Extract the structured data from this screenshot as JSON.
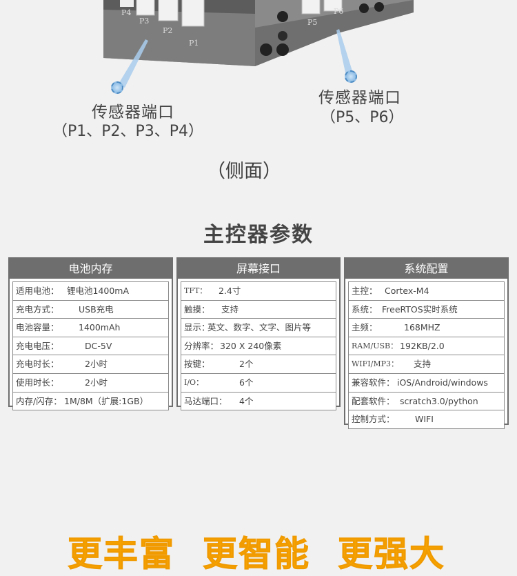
{
  "device": {
    "ports_left": [
      "P4",
      "P3",
      "P2",
      "P1"
    ],
    "ports_right": [
      "P5",
      "P6"
    ]
  },
  "callouts": {
    "left": {
      "title": "传感器端口",
      "sub": "（P1、P2、P3、P4）"
    },
    "right": {
      "title": "传感器端口",
      "sub": "（P5、P6）"
    }
  },
  "side_label": "（侧面）",
  "section_title": "主控器参数",
  "tables": [
    {
      "title": "电池内存",
      "rows": [
        {
          "key": "适用电池：",
          "value": "锂电池1400mA"
        },
        {
          "key": "充电方式：",
          "value": "USB充电"
        },
        {
          "key": "电池容量：",
          "value": "1400mAh"
        },
        {
          "key": "充电电压：",
          "value": "DC-5V"
        },
        {
          "key": "充电时长：",
          "value": "2小时"
        },
        {
          "key": "使用时长：",
          "value": "2小时"
        },
        {
          "key": "内存/闪存：",
          "value": "1M/8M（扩展:1GB）"
        }
      ]
    },
    {
      "title": "屏幕接口",
      "rows": [
        {
          "key": "TFT：",
          "value": "2.4寸"
        },
        {
          "key": "触摸：",
          "value": "支持"
        },
        {
          "key": "显示：",
          "value": "英文、数字、文字、图片等"
        },
        {
          "key": "分辨率：",
          "value": "320 X 240像素"
        },
        {
          "key": "按键：",
          "value": "2个"
        },
        {
          "key": "I/O：",
          "value": "6个"
        },
        {
          "key": "马达端口：",
          "value": "4个"
        }
      ]
    },
    {
      "title": "系统配置",
      "rows": [
        {
          "key": "主控：",
          "value": "Cortex-M4"
        },
        {
          "key": "系统：",
          "value": "FreeRTOS实时系统"
        },
        {
          "key": "主频：",
          "value": "168MHZ"
        },
        {
          "key": "RAM/USB：",
          "value": "192KB/2.0"
        },
        {
          "key": "WIFI/MP3：",
          "value": "支持"
        },
        {
          "key": "兼容软件：",
          "value": "iOS/Android/windows"
        },
        {
          "key": "配套软件：",
          "value": "scratch3.0/python"
        },
        {
          "key": "控制方式：",
          "value": "WIFI"
        }
      ]
    }
  ],
  "slogans": [
    "更丰富",
    "更智能",
    "更强大"
  ],
  "colors": {
    "header_gray": "#6e6e6e",
    "slogan_orange": "#f7a500",
    "callout_blue": "#7fb2df"
  }
}
